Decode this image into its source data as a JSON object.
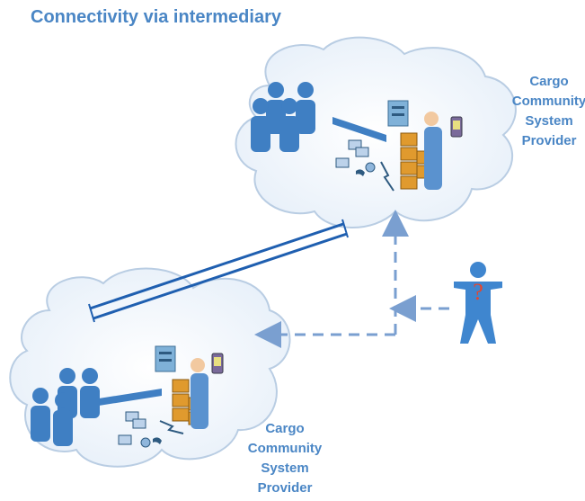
{
  "title": "Connectivity via intermediary",
  "clouds": [
    {
      "id": "top",
      "label_lines": [
        "Cargo",
        "Community",
        "System",
        "Provider"
      ]
    },
    {
      "id": "bottom",
      "label_lines": [
        "Cargo",
        "Community",
        "System",
        "Provider"
      ]
    }
  ],
  "unknown_user_mark": "?",
  "colors": {
    "title": "#4a86c5",
    "label": "#4a86c5",
    "cloud_fill": "#eef4fb",
    "cloud_stroke": "#b9cde3",
    "people": "#3f7fc3",
    "link": "#1f5fb0",
    "dashed_arrow": "#7a9fd0",
    "mark": "#e8452b",
    "server_stack": "#e09a2e"
  },
  "icons": [
    "user-group-icon",
    "agent-icon",
    "server-icon",
    "database-stack-icon",
    "documents-icon",
    "globe-icon",
    "phone-icon",
    "lightning-icon",
    "mobile-device-icon",
    "unknown-user-icon"
  ]
}
